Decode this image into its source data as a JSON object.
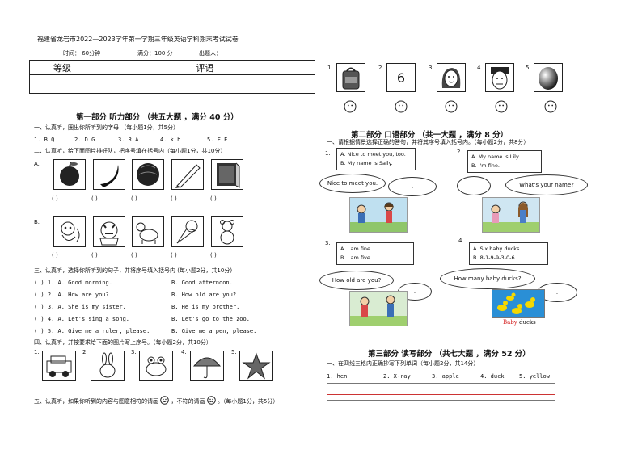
{
  "header": {
    "title": "福建省龙岩市2022—2023学年第一学期三年级英语学科期末考试试卷",
    "time": "时间：  60分钟",
    "score": "满分：100 分",
    "author": "出题人："
  },
  "grade_table": {
    "col1": "等级",
    "col2": "评语"
  },
  "part1": {
    "heading": "第一部分    听力部分  （共五大题 ，满分 40 分）",
    "q1": {
      "prompt": "一、认真听，圈出你所听到的字母 （每小题1分，共5分）",
      "items": [
        "1. B  Q",
        "2. D  G",
        "3. R  A",
        "4. k  h",
        "5. F  E"
      ]
    },
    "q2": {
      "prompt": "二、认真听，给下面图片排好队，把序号填在括号内（每小题1分，共10分）",
      "row_a": "A.",
      "row_b": "B.",
      "paren": "(       )",
      "row_a_icons": [
        "apple-icon",
        "banana-icon",
        "watermelon-icon",
        "pen-icon",
        "book-icon"
      ],
      "row_b_icons": [
        "monkey-icon",
        "tiger-icon",
        "dog-icon",
        "ice-cream-icon",
        "teddy-bear-icon"
      ]
    },
    "q3": {
      "prompt": "三、认真听，选择你所听到的句子，并将序号填入括号内 (每小题2分，共10分)",
      "items": [
        {
          "num": "(     ) 1. A. Good morning.",
          "b": "B. Good afternoon."
        },
        {
          "num": "(     ) 2. A. How are you?",
          "b": "B. How old are you?"
        },
        {
          "num": "(     ) 3. A. She is my sister.",
          "b": "B. He is my brother."
        },
        {
          "num": "(     ) 4. A. Let's sing a song.",
          "b": "B. Let's go to the zoo."
        },
        {
          "num": "(     ) 5. A. Give me a ruler, please.",
          "b": "B. Give me a pen, please."
        }
      ]
    },
    "q4": {
      "prompt": "四、认真听，并按要求给下面的图片写上序号。（每小题2分，共10分）",
      "nums": [
        "1.",
        "2.",
        "3.",
        "4.",
        "5."
      ],
      "icons": [
        "car-icon",
        "rabbit-icon",
        "frog-icon",
        "umbrella-icon",
        "star-icon"
      ]
    },
    "q5": {
      "prompt_a": "五、认真听，如果你听到的内容与图意相符的请画",
      "prompt_b": "，不符的请画",
      "prompt_c": "。（每小题1分，共5分）"
    }
  },
  "top_right": {
    "nums": [
      "1.",
      "2.",
      "3.",
      "4.",
      "5."
    ],
    "icons": [
      "schoolbag-icon",
      "number-six-icon",
      "girl-face-icon",
      "boy-face-icon",
      "egg-icon"
    ],
    "six": "6"
  },
  "part2": {
    "heading": "第二部分    口语部分  （共一大题 ，满分 8 分）",
    "prompt": "一、请根据情景选择正确的答句，并将其序号填入括号内。（每小题2分，共8分）",
    "scenes": [
      {
        "num": "1.",
        "a": "A.  Nice to meet you, too.",
        "b": "B.  My name is Sally.",
        "bubble1": "Nice to meet you.",
        "bubble2": "."
      },
      {
        "num": "2.",
        "a": "A.  My name is Lily.",
        "b": "B.  I'm fine.",
        "bubble1": ".",
        "bubble2": "What's your name?"
      },
      {
        "num": "3.",
        "a": "A.  I am fine.",
        "b": "B.  I am five.",
        "bubble1": "How old are you?",
        "bubble2": "."
      },
      {
        "num": "4.",
        "a": "A.  Six baby ducks.",
        "b": "B.  8-1-9-9-3-0-6.",
        "bubble1": "How many baby ducks?",
        "bubble2": ".",
        "caption_red": "Baby",
        "caption": " ducks"
      }
    ]
  },
  "part3": {
    "heading": "第三部分    读写部分  （共七大题 ，满分 52 分）",
    "prompt": "一、在四线三格内正确抄写下列单词（每小题2分，共14分）",
    "words": [
      "1. hen",
      "2. X-ray",
      "3. apple",
      "4. duck",
      "5. yellow"
    ]
  }
}
